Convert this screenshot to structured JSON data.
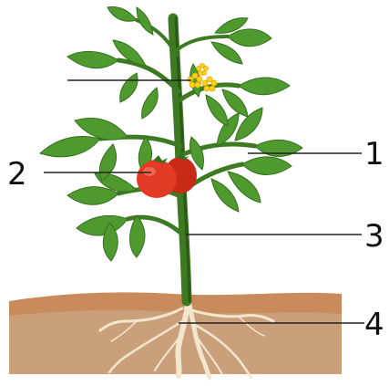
{
  "labels": [
    {
      "id": "label-1",
      "text": "1"
    },
    {
      "id": "label-2",
      "text": "2"
    },
    {
      "id": "label-3",
      "text": "3"
    },
    {
      "id": "label-4",
      "text": "4"
    }
  ],
  "colors": {
    "leaf": "#4f9a2e",
    "leaf_dark": "#356f1f",
    "stem": "#3d7a22",
    "stem_dark": "#2b5c17",
    "flower": "#ffd21f",
    "fruit": "#e23a24",
    "fruit_highlight": "#f47a5f",
    "soil_top": "#c98a5c",
    "soil": "#caa07a",
    "root": "#f3e6cf"
  }
}
